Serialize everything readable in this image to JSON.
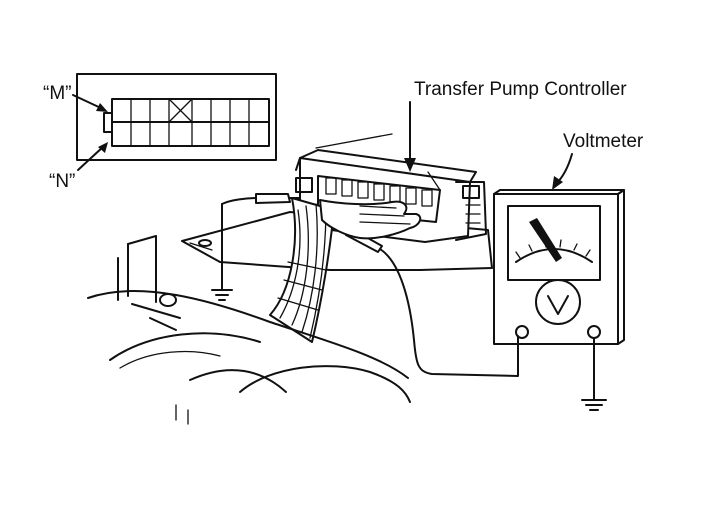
{
  "labels": {
    "m": "“M”",
    "n": "“N”",
    "controller": "Transfer Pump Controller",
    "voltmeter": "Voltmeter"
  },
  "colors": {
    "ink": "#111111",
    "background": "#ffffff"
  }
}
